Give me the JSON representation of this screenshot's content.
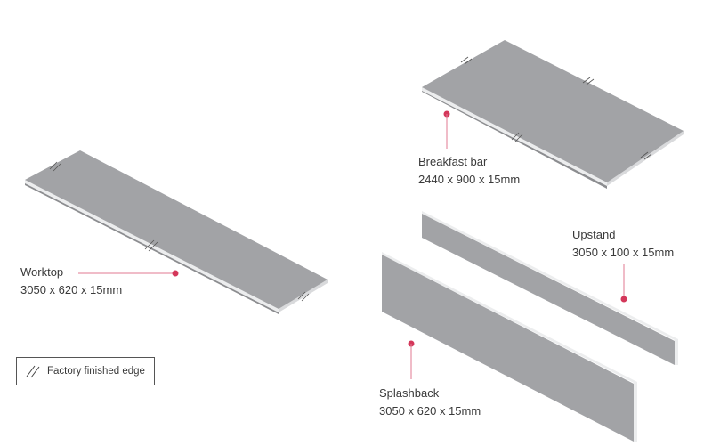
{
  "colors": {
    "panel_face": "#a2a3a6",
    "panel_edge": "#ecedee",
    "panel_edge_shadow": "#8c8d90",
    "marker": "#d4375a",
    "leader_line": "#e07a92",
    "text": "#3a3a3a"
  },
  "items": [
    {
      "id": "worktop",
      "name": "Worktop",
      "dimensions": "3050 x 620 x 15mm"
    },
    {
      "id": "breakfast_bar",
      "name": "Breakfast bar",
      "dimensions": "2440 x 900 x 15mm"
    },
    {
      "id": "upstand",
      "name": "Upstand",
      "dimensions": "3050 x 100 x 15mm"
    },
    {
      "id": "splashback",
      "name": "Splashback",
      "dimensions": "3050 x 620 x 15mm"
    }
  ],
  "legend": {
    "icon": "double-slash-icon",
    "label": "Factory finished edge"
  }
}
